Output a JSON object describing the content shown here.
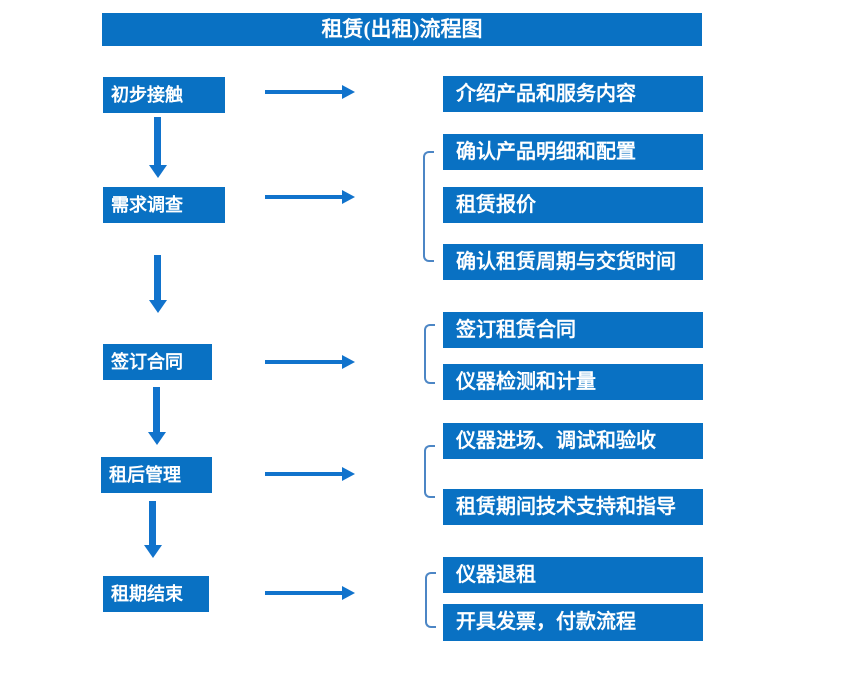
{
  "title": "租赁(出租)流程图",
  "colors": {
    "box_bg": "#0971c3",
    "box_text": "#ffffff",
    "arrow": "#1173cc",
    "bracket": "#4c86c5",
    "page_bg": "#ffffff"
  },
  "steps": [
    {
      "label": "初步接触",
      "outputs": [
        "介绍产品和服务内容"
      ]
    },
    {
      "label": "需求调查",
      "outputs": [
        "确认产品明细和配置",
        "租赁报价",
        "确认租赁周期与交货时间"
      ]
    },
    {
      "label": "签订合同",
      "outputs": [
        "签订租赁合同",
        "仪器检测和计量"
      ]
    },
    {
      "label": "租后管理",
      "outputs": [
        "仪器进场、调试和验收",
        "租赁期间技术支持和指导"
      ]
    },
    {
      "label": "租期结束",
      "outputs": [
        "仪器退租",
        "开具发票，付款流程"
      ]
    }
  ]
}
